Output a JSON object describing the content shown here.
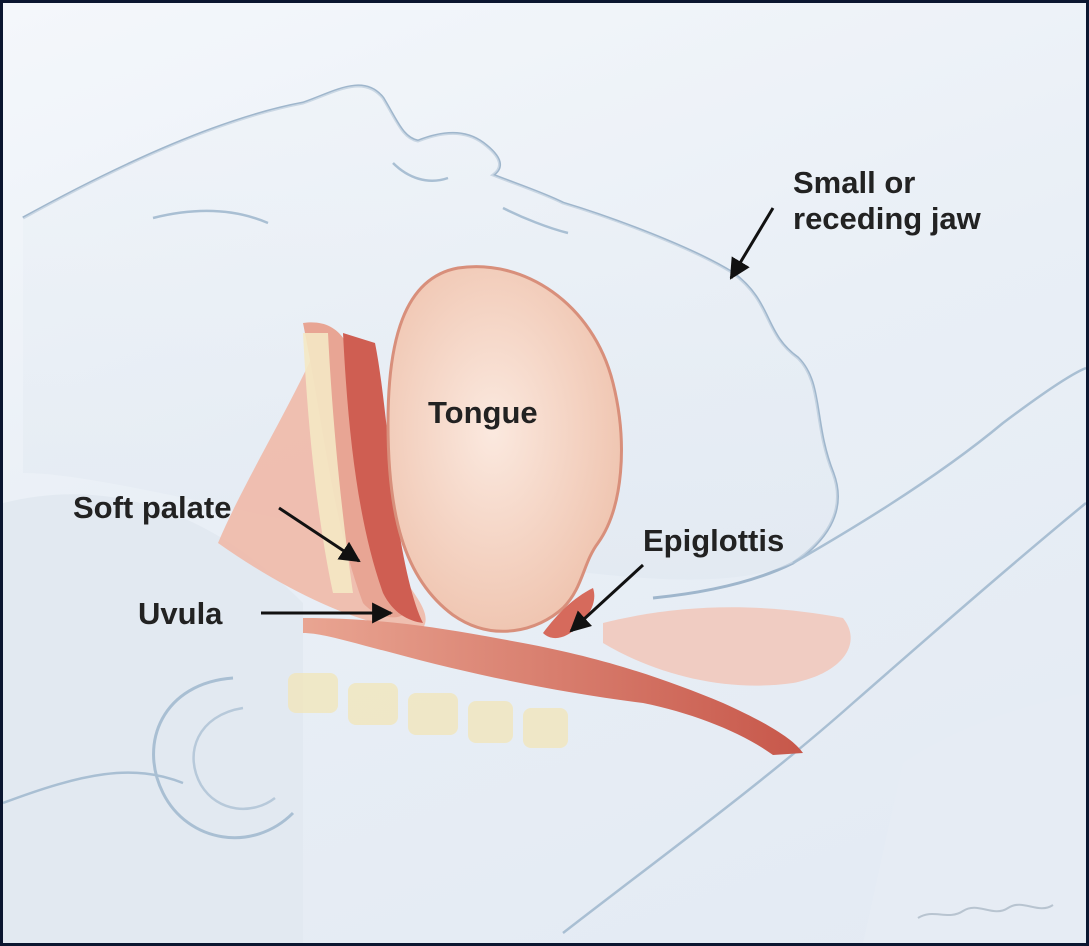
{
  "labels": {
    "small_jaw": {
      "line1": "Small or",
      "line2": "receding jaw"
    },
    "tongue": "Tongue",
    "soft_palate": "Soft palate",
    "uvula": "Uvula",
    "epiglottis": "Epiglottis"
  },
  "colors": {
    "frame": "#0b1630",
    "outline": "#9fb6cc",
    "tongue_fill": "#f6d7c8",
    "tissue": "#e7a08f",
    "airway": "#c9554a",
    "spine": "#f2e6b8",
    "text": "#222222"
  }
}
